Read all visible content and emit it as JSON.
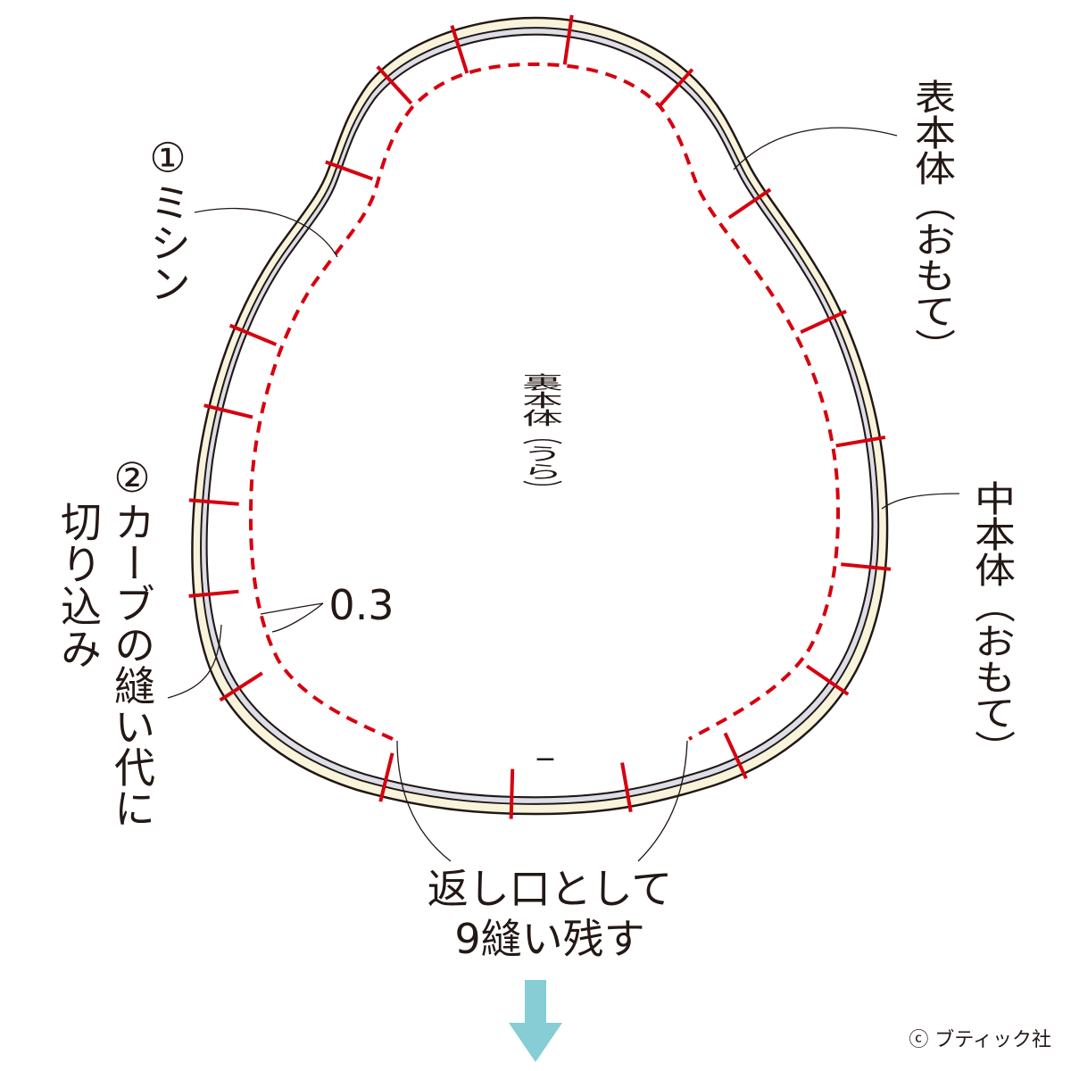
{
  "labels": {
    "outer_body": "表本体（おもて）",
    "middle_body": "中本体（おもて）",
    "inner_body": "裏本体（うら）",
    "step1": "①ミシン",
    "step2_line1": "②カーブの縫い代に",
    "step2_line2": "切り込み",
    "seam_allowance": "0.3",
    "opening_line1": "返し口として",
    "opening_line2": "9縫い残す",
    "copyright": "ⓒ ブティック社",
    "center_mark": "−"
  },
  "colors": {
    "outline": "#231815",
    "outer_fill": "#f8f4dc",
    "middle_fill": "#dcdee8",
    "stitch": "#d7000f",
    "arrow": "#86cdd5"
  },
  "icons": {
    "next_step": "down-arrow-icon",
    "copyright": "copyright-icon"
  }
}
